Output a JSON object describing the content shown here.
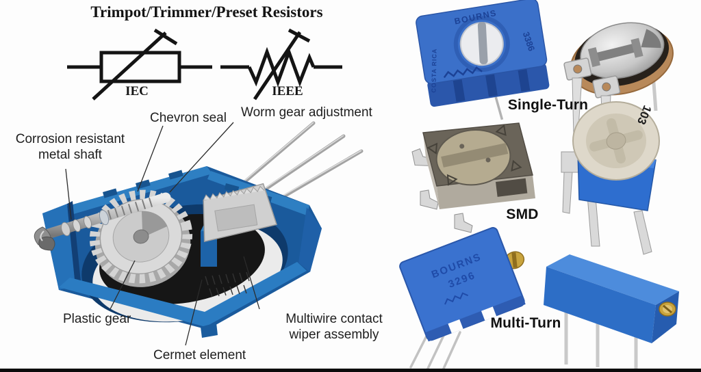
{
  "title": "Trimpot/Trimmer/Preset Resistors",
  "symbols": {
    "iec_label": "IEC",
    "ieee_label": "IEEE"
  },
  "cutaway_labels": {
    "chevron_seal": "Chevron seal",
    "worm_gear": "Worm gear adjustment",
    "metal_shaft": "Corrosion resistant metal shaft",
    "plastic_gear": "Plastic gear",
    "cermet_element": "Cermet element",
    "wiper_assembly": "Multiwire contact wiper assembly"
  },
  "type_labels": {
    "single_turn": "Single-Turn",
    "smd": "SMD",
    "multi_turn": "Multi-Turn"
  },
  "part_markings": {
    "brand": "BOURNS",
    "model_3386": "3386",
    "origin": "COSTA RICA",
    "code_103": "103",
    "model_3296": "3296"
  },
  "colors": {
    "background": "#fdfdfd",
    "text": "#1e1e1e",
    "trimpot_blue": "#3a70c9",
    "housing_blue": "#1a5a9c",
    "smd_gray": "#6a6459",
    "brass": "#c9a43e",
    "bottom_bar": "#0c0c0c"
  }
}
